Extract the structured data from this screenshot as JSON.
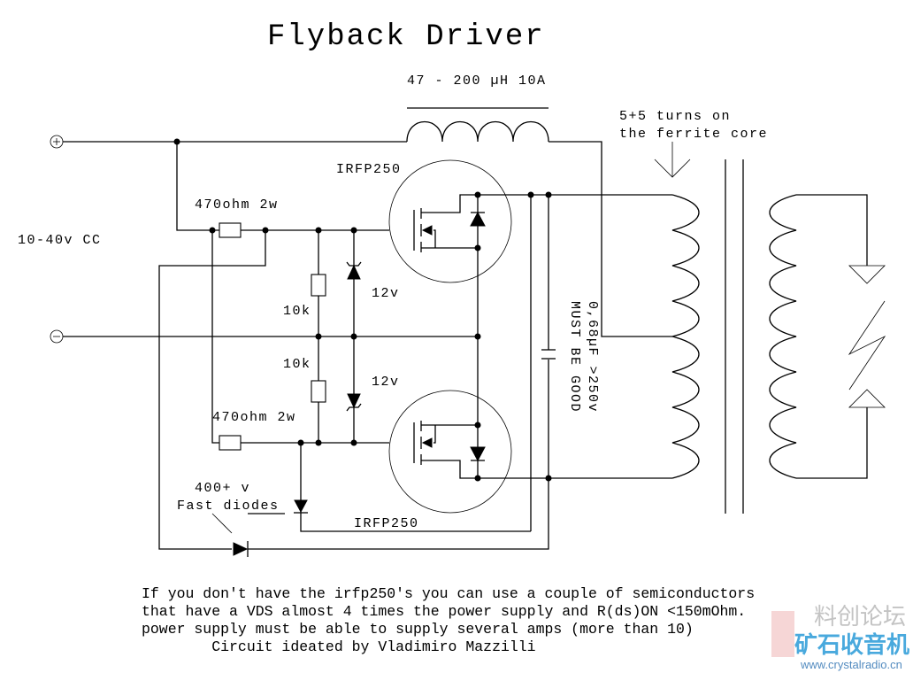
{
  "title": "Flyback Driver",
  "labels": {
    "inductor": "47 - 200 µH 10A",
    "turns_line1": "5+5 turns on",
    "turns_line2": "the ferrite core",
    "supply": "10-40v CC",
    "resistor_top": "470ohm 2w",
    "resistor_bottom": "470ohm 2w",
    "mosfet_top": "IRFP250",
    "mosfet_bottom": "IRFP250",
    "r10k_top": "10k",
    "r10k_bottom": "10k",
    "zener_top": "12v",
    "zener_bottom": "12v",
    "cap_line1": "0,68µF >250v",
    "cap_line2": "MUST BE GOOD",
    "diodes_line1": "400+ v",
    "diodes_line2": "Fast diodes",
    "plus_terminal": "+",
    "minus_terminal": "−"
  },
  "notes": [
    "If you don't have the irfp250's you can use a couple of semiconductors",
    "that have a VDS almost 4 times the power supply and R(ds)ON <150mOhm.",
    "power supply must be able to supply several amps (more than 10)",
    "        Circuit ideated by Vladimiro Mazzilli"
  ],
  "watermark": {
    "line1": "料创论坛",
    "line2": "矿石收音机",
    "url": "www.crystalradio.cn"
  }
}
